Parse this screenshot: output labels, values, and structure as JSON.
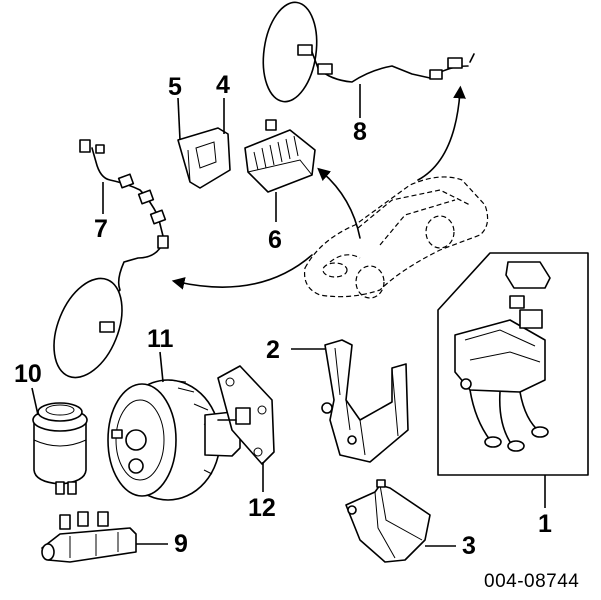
{
  "diagram": {
    "callouts": {
      "n1": "1",
      "n2": "2",
      "n3": "3",
      "n4": "4",
      "n5": "5",
      "n6": "6",
      "n7": "7",
      "n8": "8",
      "n9": "9",
      "n10": "10",
      "n11": "11",
      "n12": "12"
    },
    "figure_code": "004-08744"
  }
}
